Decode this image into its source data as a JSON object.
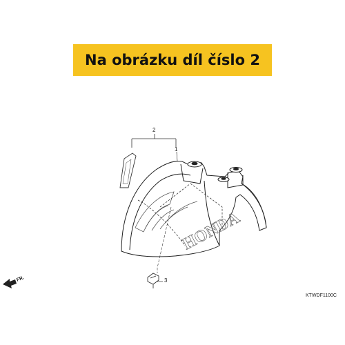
{
  "banner": {
    "text": "Na obrázku díl číslo 2",
    "color": "#f6c320"
  },
  "callouts": {
    "part_2": "2",
    "part_1": "1",
    "part_3": "3"
  },
  "brand_mark": "HONDA",
  "direction_label": "FR.",
  "diagram_code": "KTWDF1100C"
}
